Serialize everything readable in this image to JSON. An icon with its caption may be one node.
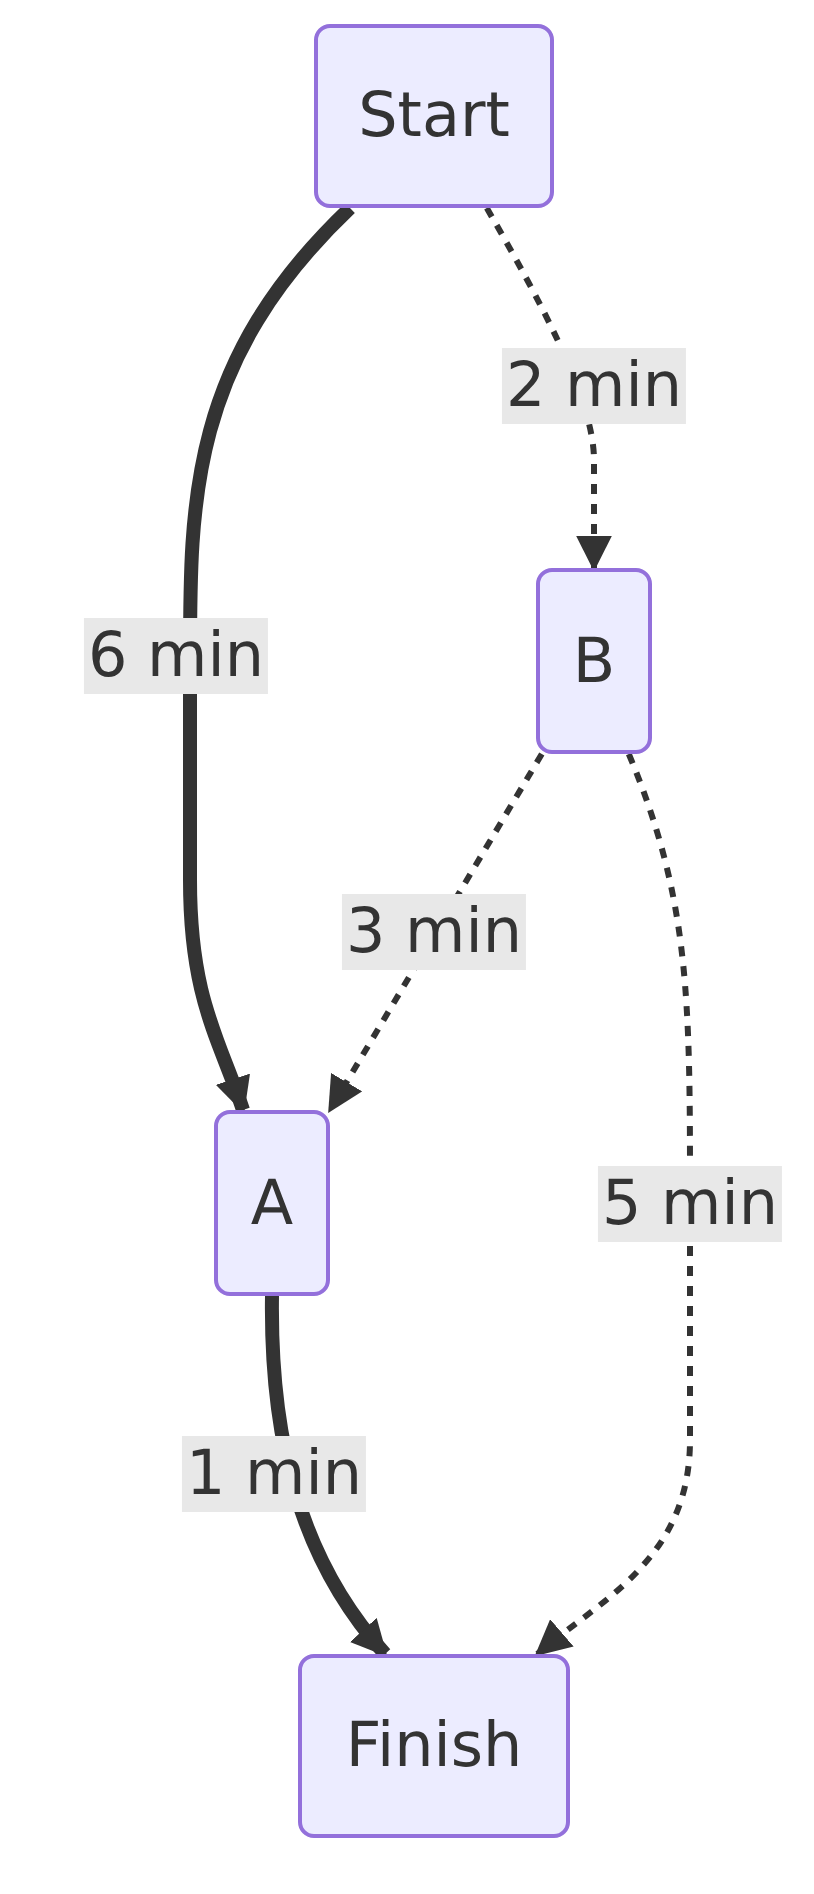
{
  "diagram": {
    "nodes": [
      {
        "text": [
          "Start"
        ]
      },
      {
        "text": [
          "B"
        ]
      },
      {
        "text": [
          "A"
        ]
      },
      {
        "text": [
          "Finish"
        ]
      }
    ],
    "edges": [
      {
        "from": 0,
        "to": 2,
        "arrow": "to",
        "label": "6 min",
        "style": "thick"
      },
      {
        "from": 0,
        "to": 1,
        "arrow": "to",
        "label": "2 min",
        "style": "dashed"
      },
      {
        "from": 1,
        "to": 2,
        "arrow": "to",
        "label": "3 min",
        "style": "dashed"
      },
      {
        "from": 1,
        "to": 3,
        "arrow": "to",
        "label": "5 min",
        "style": "dashed"
      },
      {
        "from": 2,
        "to": 3,
        "arrow": "to",
        "label": "1 min",
        "style": "thick"
      }
    ]
  }
}
